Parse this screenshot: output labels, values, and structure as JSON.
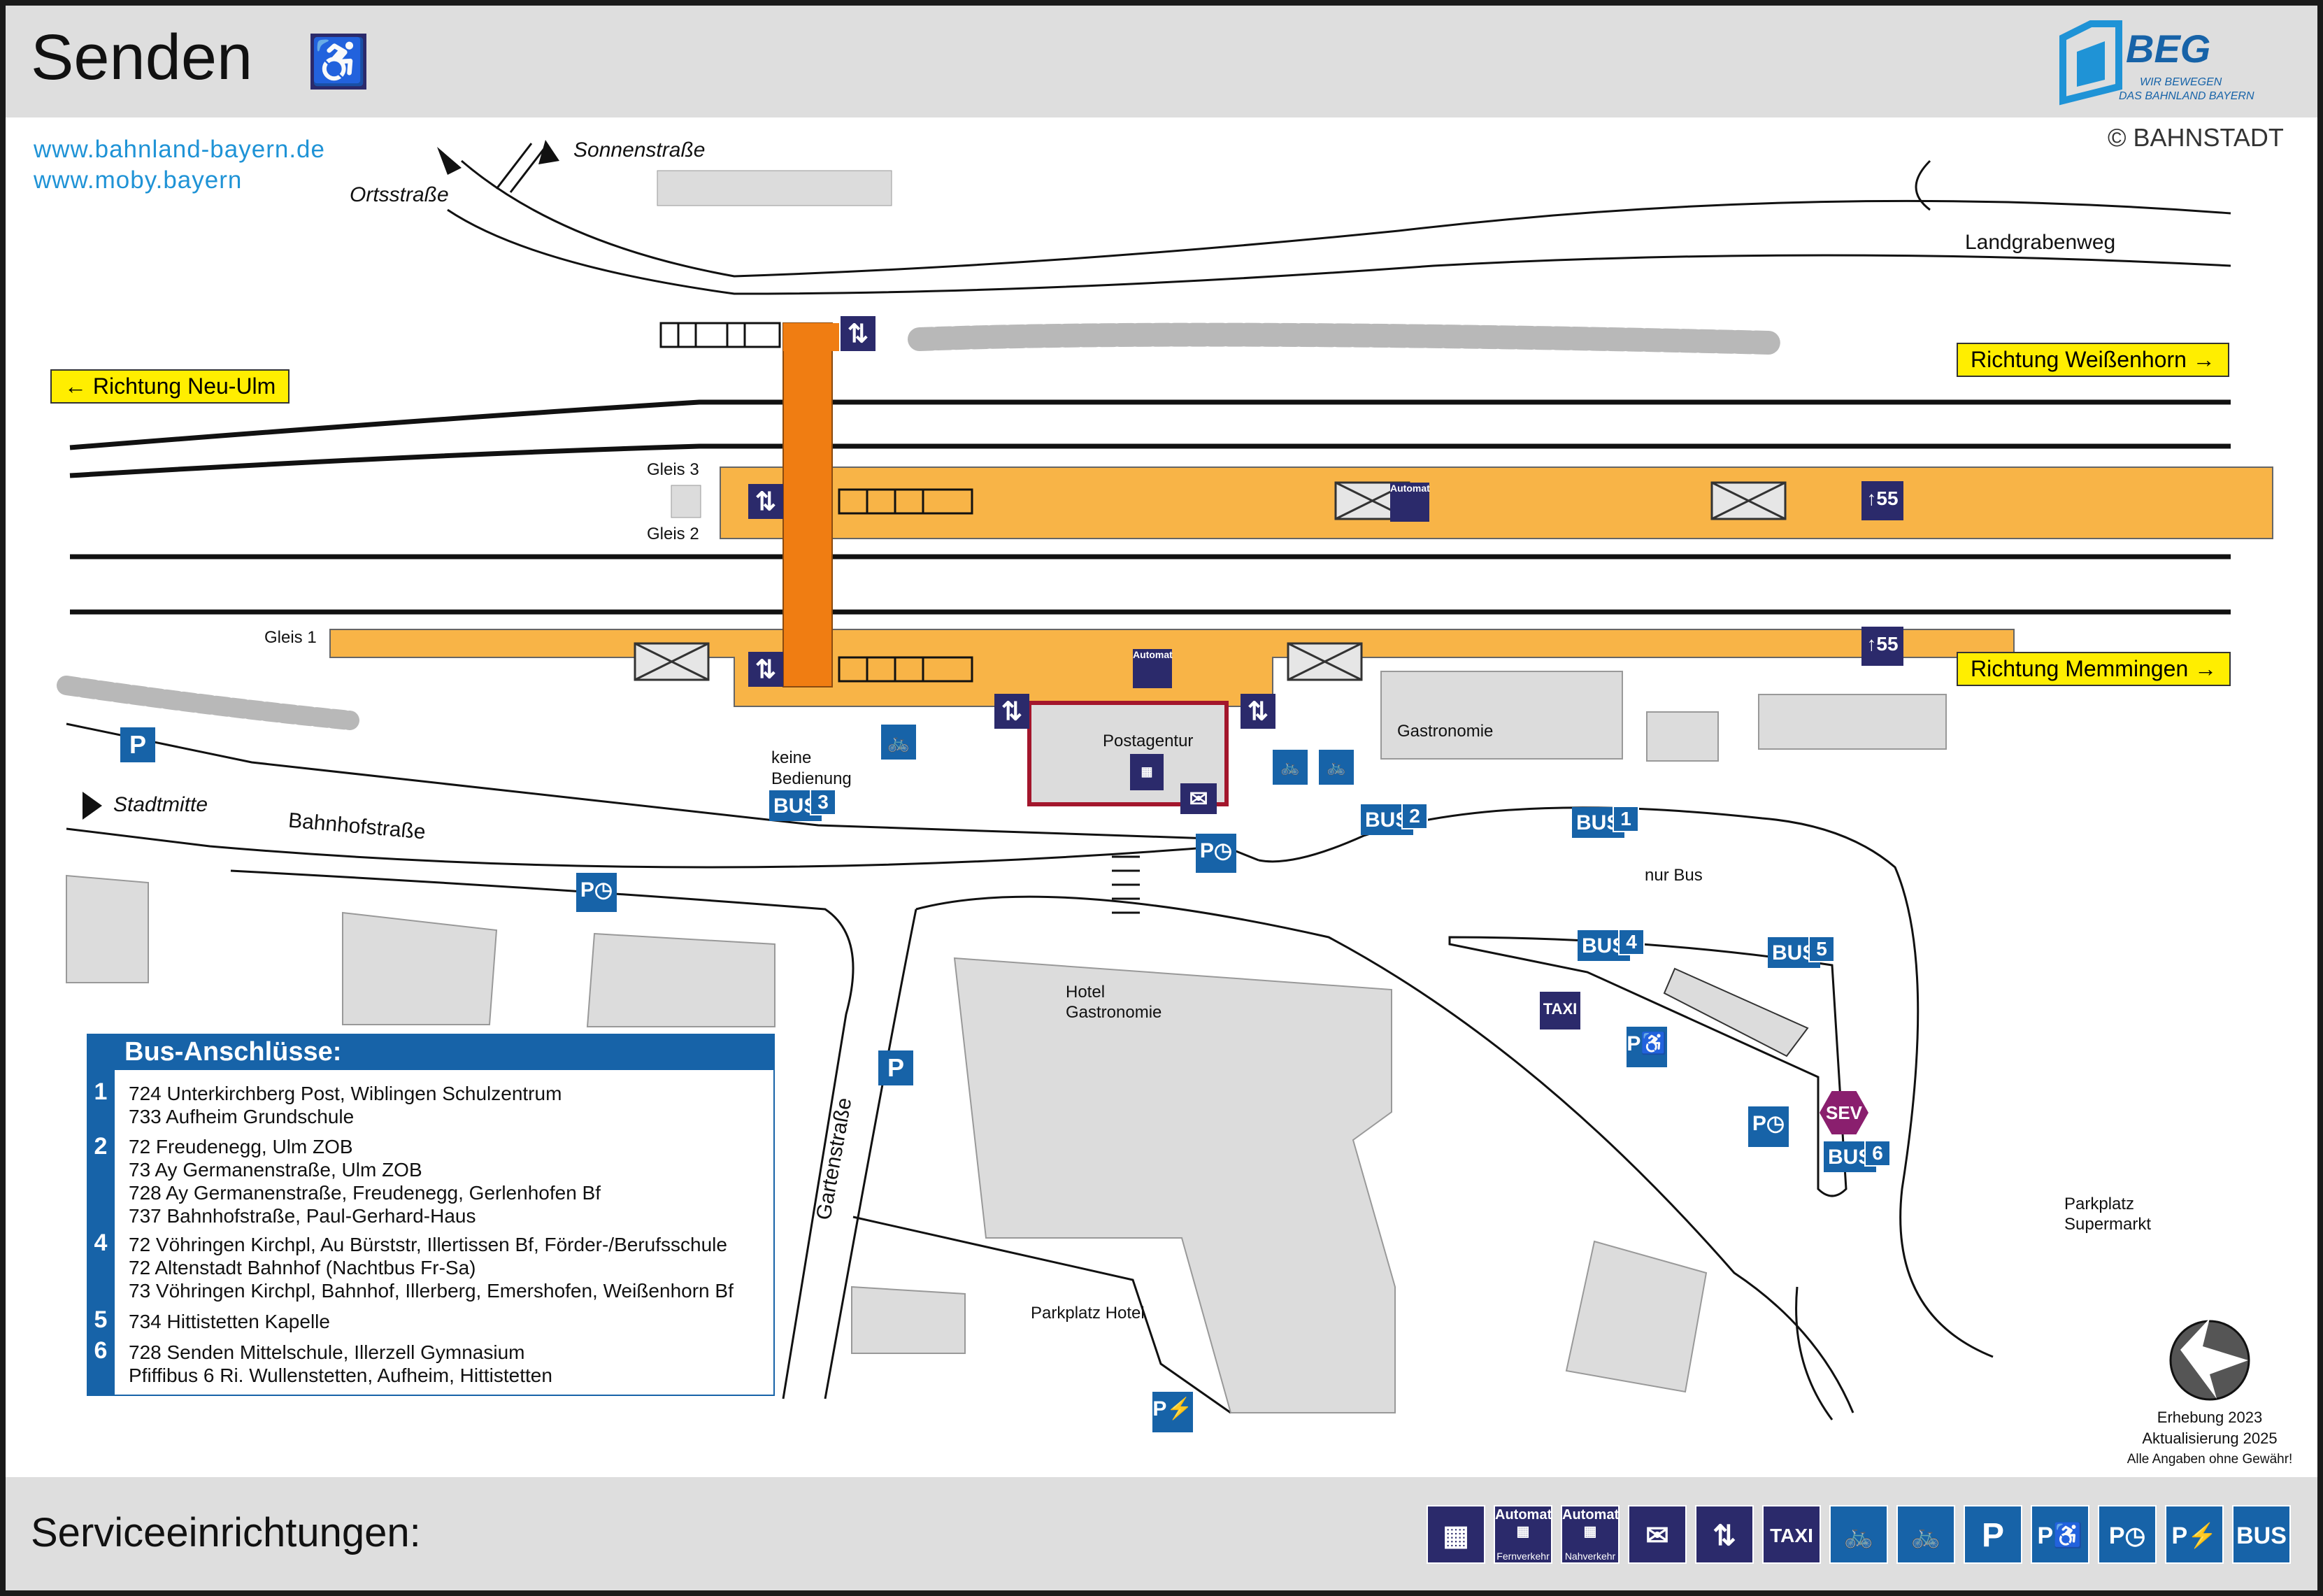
{
  "header": {
    "station_name": "Senden",
    "wheelchair_icon": "wheelchair-icon",
    "brand": {
      "logo_text": "BEG",
      "slogan_1": "WIR BEWEGEN",
      "slogan_2": "DAS BAHNLAND BAYERN"
    }
  },
  "links": {
    "url_1": "www.bahnland-bayern.de",
    "url_2": "www.moby.bayern"
  },
  "copyright": "© BAHNSTADT",
  "streets": {
    "ortsstrasse": "Ortsstraße",
    "sonnenstrasse": "Sonnenstraße",
    "landgrabenweg": "Landgrabenweg",
    "stadtmitte": "Stadtmitte",
    "bahnhofstrasse": "Bahnhofstraße",
    "gartenstrasse": "Gartenstraße"
  },
  "directions": {
    "neu_ulm": "Richtung Neu-Ulm",
    "weissenhorn": "Richtung Weißenhorn",
    "memmingen": "Richtung Memmingen"
  },
  "tracks": {
    "gleis_3": "Gleis 3",
    "gleis_2": "Gleis 2",
    "gleis_1": "Gleis 1"
  },
  "places": {
    "keine_bedienung_1": "keine",
    "keine_bedienung_2": "Bedienung",
    "postagentur": "Postagentur",
    "gastronomie": "Gastronomie",
    "nur_bus": "nur Bus",
    "hotel_1": "Hotel",
    "hotel_2": "Gastronomie",
    "parkplatz_hotel": "Parkplatz Hotel",
    "parkplatz_super_1": "Parkplatz",
    "parkplatz_super_2": "Supermarkt"
  },
  "map_labels": {
    "automat": "Automat",
    "platform_section": "55",
    "bus": "BUS",
    "taxi": "TAXI",
    "sev": "SEV",
    "parking": "P"
  },
  "bus_stops": [
    "1",
    "2",
    "3",
    "4",
    "5",
    "6"
  ],
  "bus_connections": {
    "title": "Bus-Anschlüsse:",
    "groups": [
      {
        "stop": "1",
        "lines": [
          "724 Unterkirchberg Post, Wiblingen Schulzentrum",
          "733 Aufheim Grundschule"
        ]
      },
      {
        "stop": "2",
        "lines": [
          "72 Freudenegg, Ulm ZOB",
          "73 Ay Germanenstraße, Ulm ZOB",
          "728 Ay Germanenstraße, Freudenegg, Gerlenhofen Bf",
          "737 Bahnhofstraße, Paul-Gerhard-Haus"
        ]
      },
      {
        "stop": "4",
        "lines": [
          "72 Vöhringen Kirchpl, Au Bürststr, Illertissen Bf, Förder-/Berufsschule",
          "72 Altenstadt Bahnhof (Nachtbus Fr-Sa)",
          "73 Vöhringen Kirchpl, Bahnhof, Illerberg, Emershofen, Weißenhorn Bf"
        ]
      },
      {
        "stop": "5",
        "lines": [
          "734 Hittistetten Kapelle"
        ]
      },
      {
        "stop": "6",
        "lines": [
          "728 Senden Mittelschule, Illerzell Gymnasium",
          "Pfiffibus 6 Ri. Wullenstetten, Aufheim, Hittistetten"
        ]
      }
    ]
  },
  "survey_note": {
    "line_1": "Erhebung 2023",
    "line_2": "Aktualisierung 2025",
    "line_3": "Alle Angaben ohne Gewähr!"
  },
  "footer": {
    "title": "Serviceeinrichtungen:",
    "icons": [
      {
        "name": "ticket-machine-icon",
        "label": ""
      },
      {
        "name": "ticket-machine-fernverkehr-icon",
        "label": "Automat",
        "caption": "Fernverkehr"
      },
      {
        "name": "ticket-machine-nahverkehr-icon",
        "label": "Automat",
        "caption": "Nahverkehr"
      },
      {
        "name": "mail-icon",
        "label": "✉"
      },
      {
        "name": "elevator-icon",
        "label": "⇅"
      },
      {
        "name": "taxi-icon",
        "label": "TAXI"
      },
      {
        "name": "bicycle-parking-icon",
        "label": "🚲"
      },
      {
        "name": "e-bike-charging-icon",
        "label": "🚲"
      },
      {
        "name": "parking-icon",
        "label": "P"
      },
      {
        "name": "disabled-parking-icon",
        "label": "P♿"
      },
      {
        "name": "short-term-parking-icon",
        "label": "P◷"
      },
      {
        "name": "ev-charging-parking-icon",
        "label": "P⚡"
      },
      {
        "name": "bus-icon",
        "label": "BUS"
      }
    ]
  },
  "colors": {
    "platform": "#f8b447",
    "bridge": "#f07d12",
    "service_blue": "#1763a8",
    "service_dark": "#2b2a6b",
    "direction_sign": "#ffee00",
    "sev": "#8a1f6e",
    "post_border": "#a3162c"
  }
}
